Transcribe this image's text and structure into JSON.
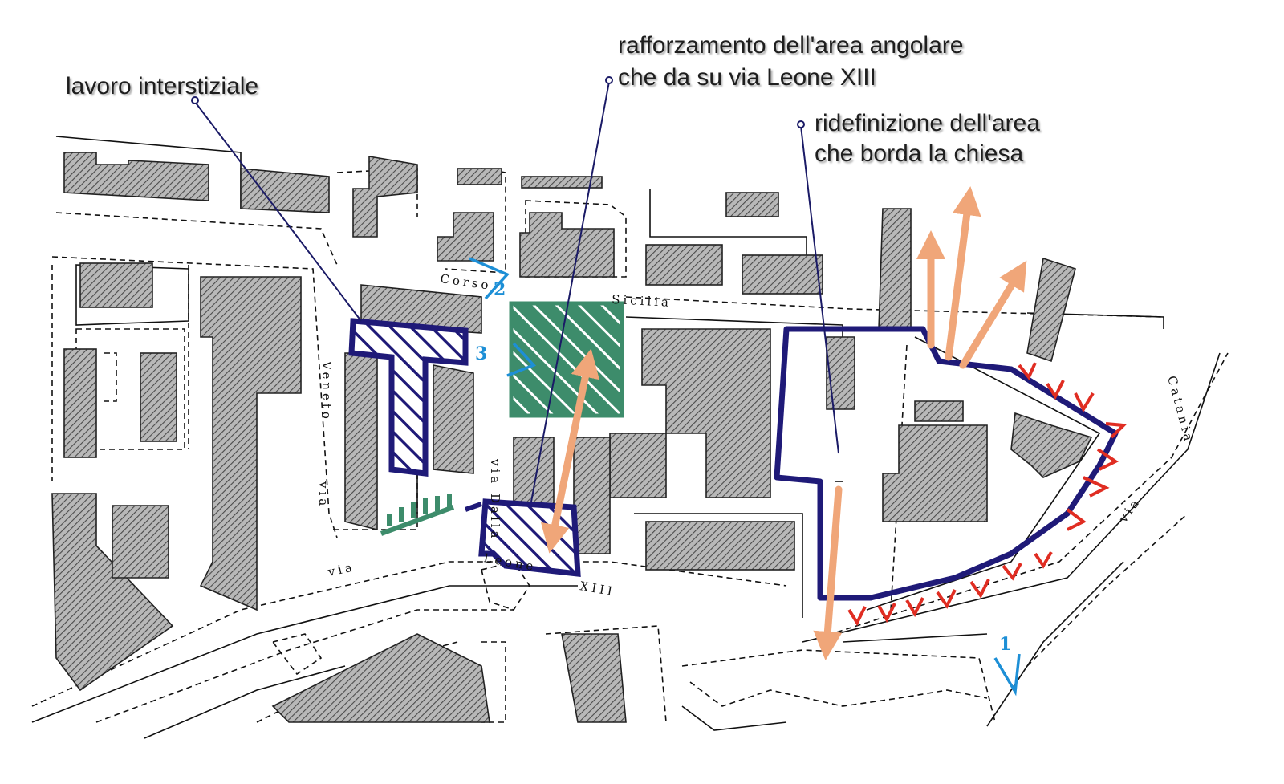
{
  "annotations": {
    "interstitial": "lavoro interstiziale",
    "corner_line1": "rafforzamento dell'area angolare",
    "corner_line2": "che da su via Leone XIII",
    "church_line1": "ridefinizione dell'area",
    "church_line2": "che borda la chiesa"
  },
  "streets": {
    "corso_sicilia_a": "Corso",
    "corso_sicilia_b": "Sicilia",
    "via_veneto_a": "via",
    "via_veneto_b": "Veneto",
    "via_dalla": "via Dalla",
    "via_leone_a": "via",
    "via_leone_b": "Leone",
    "via_leone_c": "XIII",
    "via_catania_a": "via",
    "via_catania_b": "Catania"
  },
  "view_points": [
    "1",
    "2",
    "3"
  ],
  "colors": {
    "annotation_line": "#1a1a66",
    "intervention_navy": "#1f1a78",
    "green_area": "#3d8c6b",
    "orange_arrow": "#f0a679",
    "red_markers": "#e02d22",
    "view_blue": "#1d8fd6",
    "building_hatch": "#555555"
  }
}
